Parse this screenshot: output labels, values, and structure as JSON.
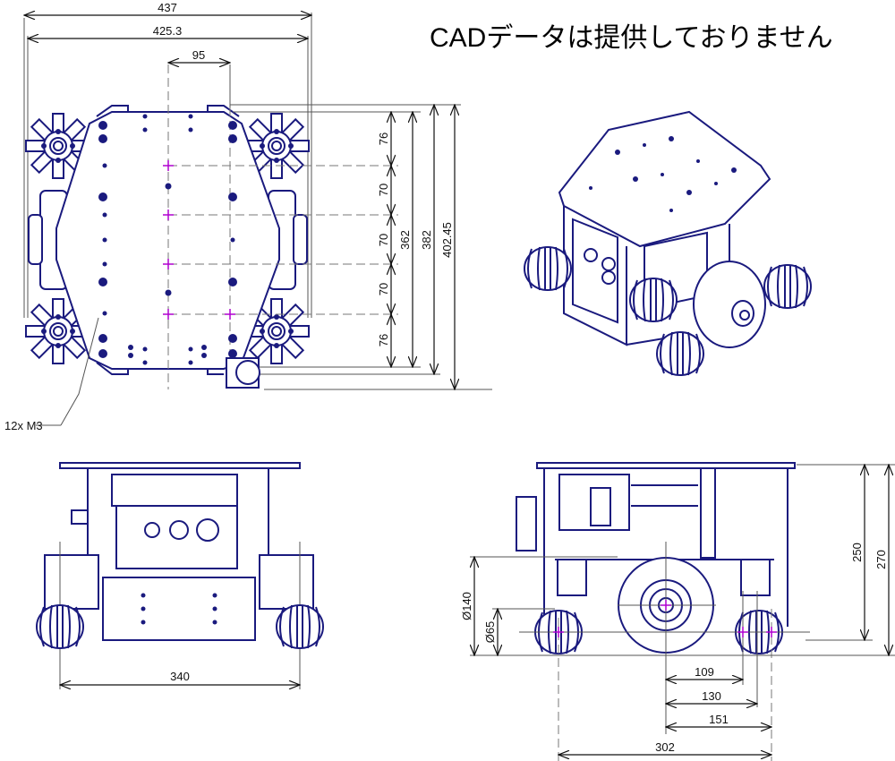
{
  "title": "CADデータは提供しておりません",
  "top_view": {
    "dims": {
      "overall_width": "437",
      "plate_width": "425.3",
      "hole_spacing_x": "95",
      "pitch_1": "76",
      "pitch_2": "70",
      "pitch_3": "70",
      "pitch_4": "70",
      "pitch_5": "76",
      "plate_length": "362",
      "length_382": "382",
      "overall_length": "402.45"
    },
    "callout": "12x M3"
  },
  "front_view": {
    "dims": {
      "track_width": "340"
    }
  },
  "side_view": {
    "dims": {
      "drive_wheel_diameter": "Ø140",
      "caster_diameter": "Ø65",
      "height_250": "250",
      "overall_height": "270",
      "offset_109": "109",
      "offset_130": "130",
      "offset_151": "151",
      "wheelbase": "302"
    }
  },
  "colors": {
    "outline": "#1a1a7e",
    "dimension": "#111111",
    "center_mark": "#b000d0"
  }
}
